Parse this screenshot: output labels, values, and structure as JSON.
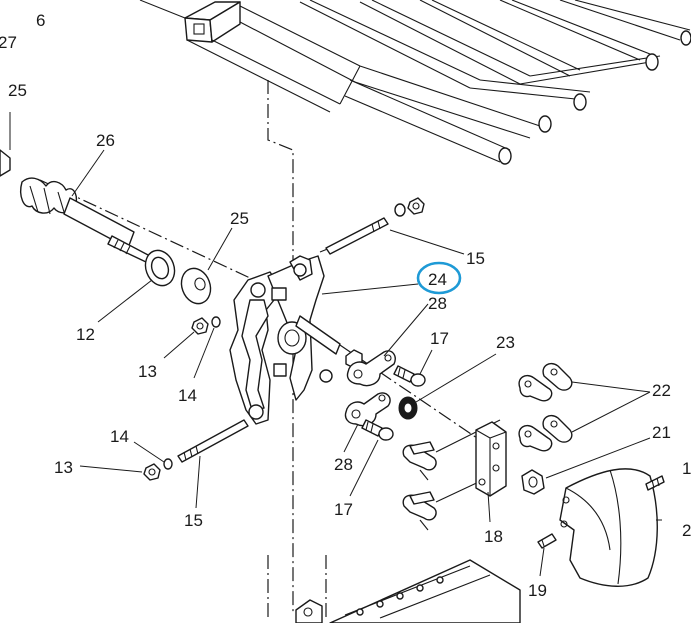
{
  "highlight_color": "#1e9ad6",
  "callouts": {
    "c6": "6",
    "c27": "27",
    "c25a": "25",
    "c26": "26",
    "c25b": "25",
    "c15a": "15",
    "c24": "24",
    "c28a": "28",
    "c12": "12",
    "c17a": "17",
    "c23": "23",
    "c13a": "13",
    "c14a": "14",
    "c22": "22",
    "c21": "21",
    "c14b": "14",
    "c13b": "13",
    "c28b": "28",
    "c1": "1",
    "c15b": "15",
    "c17b": "17",
    "c18": "18",
    "c2": "2",
    "c19": "19"
  }
}
